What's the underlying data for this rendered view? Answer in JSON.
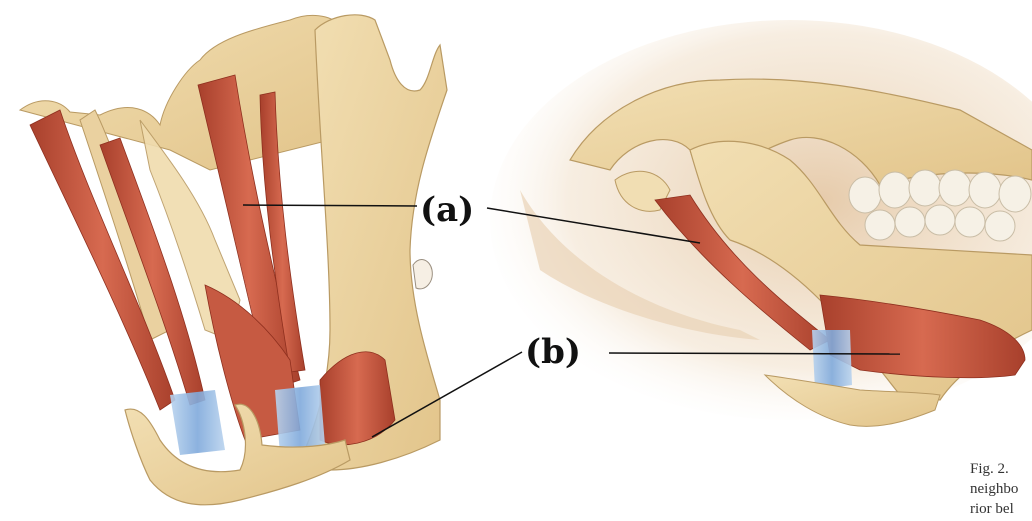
{
  "figure": {
    "label_a": "(a)",
    "label_b": "(b)"
  },
  "caption": {
    "line1": "Fig. 2.",
    "line2": "neighbo",
    "line3": "rior bel"
  },
  "colors": {
    "bone": "#ecd5a2",
    "bone_shadow": "#d9bb80",
    "muscle": "#c9573f",
    "muscle_dark": "#9e3625",
    "tendon": "#8fb5de",
    "skin_shadow": "#e6cfae",
    "teeth": "#f4efe3"
  }
}
